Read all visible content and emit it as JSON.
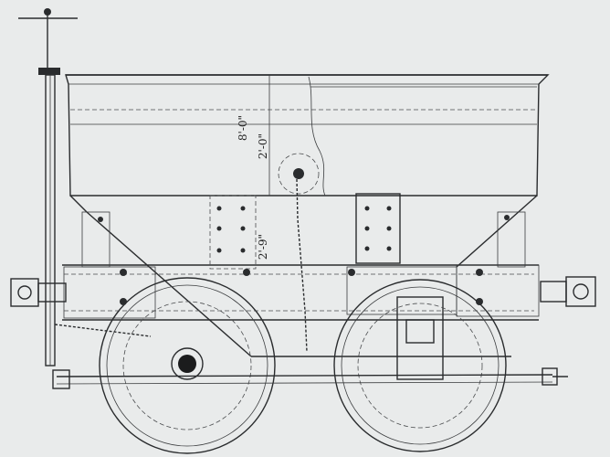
{
  "dimensions": {
    "hopper_width": "8'-0\"",
    "hopper_depth": "2'-0\"",
    "body_height": "2'-9\""
  }
}
